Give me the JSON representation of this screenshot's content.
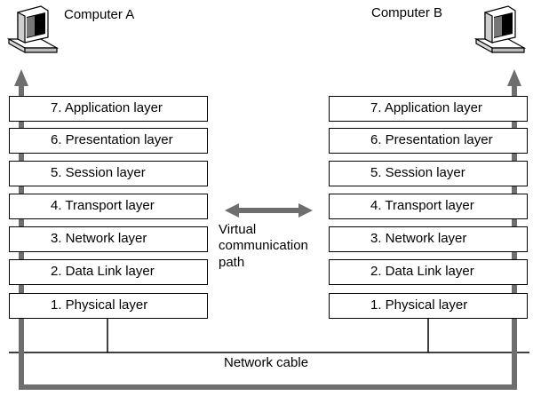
{
  "computer_a": {
    "label": "Computer A",
    "layers": [
      "7. Application layer",
      "6. Presentation layer",
      "5. Session layer",
      "4. Transport layer",
      "3. Network layer",
      "2. Data Link layer",
      "1. Physical layer"
    ]
  },
  "computer_b": {
    "label": "Computer B",
    "layers": [
      "7. Application layer",
      "6. Presentation layer",
      "5. Session layer",
      "4. Transport layer",
      "3. Network layer",
      "2. Data Link layer",
      "1. Physical layer"
    ]
  },
  "virtual_path": {
    "line1": "Virtual",
    "line2": "communication",
    "line3": "path"
  },
  "network_cable": {
    "label": "Network cable"
  },
  "colors": {
    "arrow": "#6e6e6e",
    "line": "#000000",
    "background": "#ffffff"
  },
  "icons": {
    "computer_a": "computer-icon",
    "computer_b": "computer-icon"
  }
}
